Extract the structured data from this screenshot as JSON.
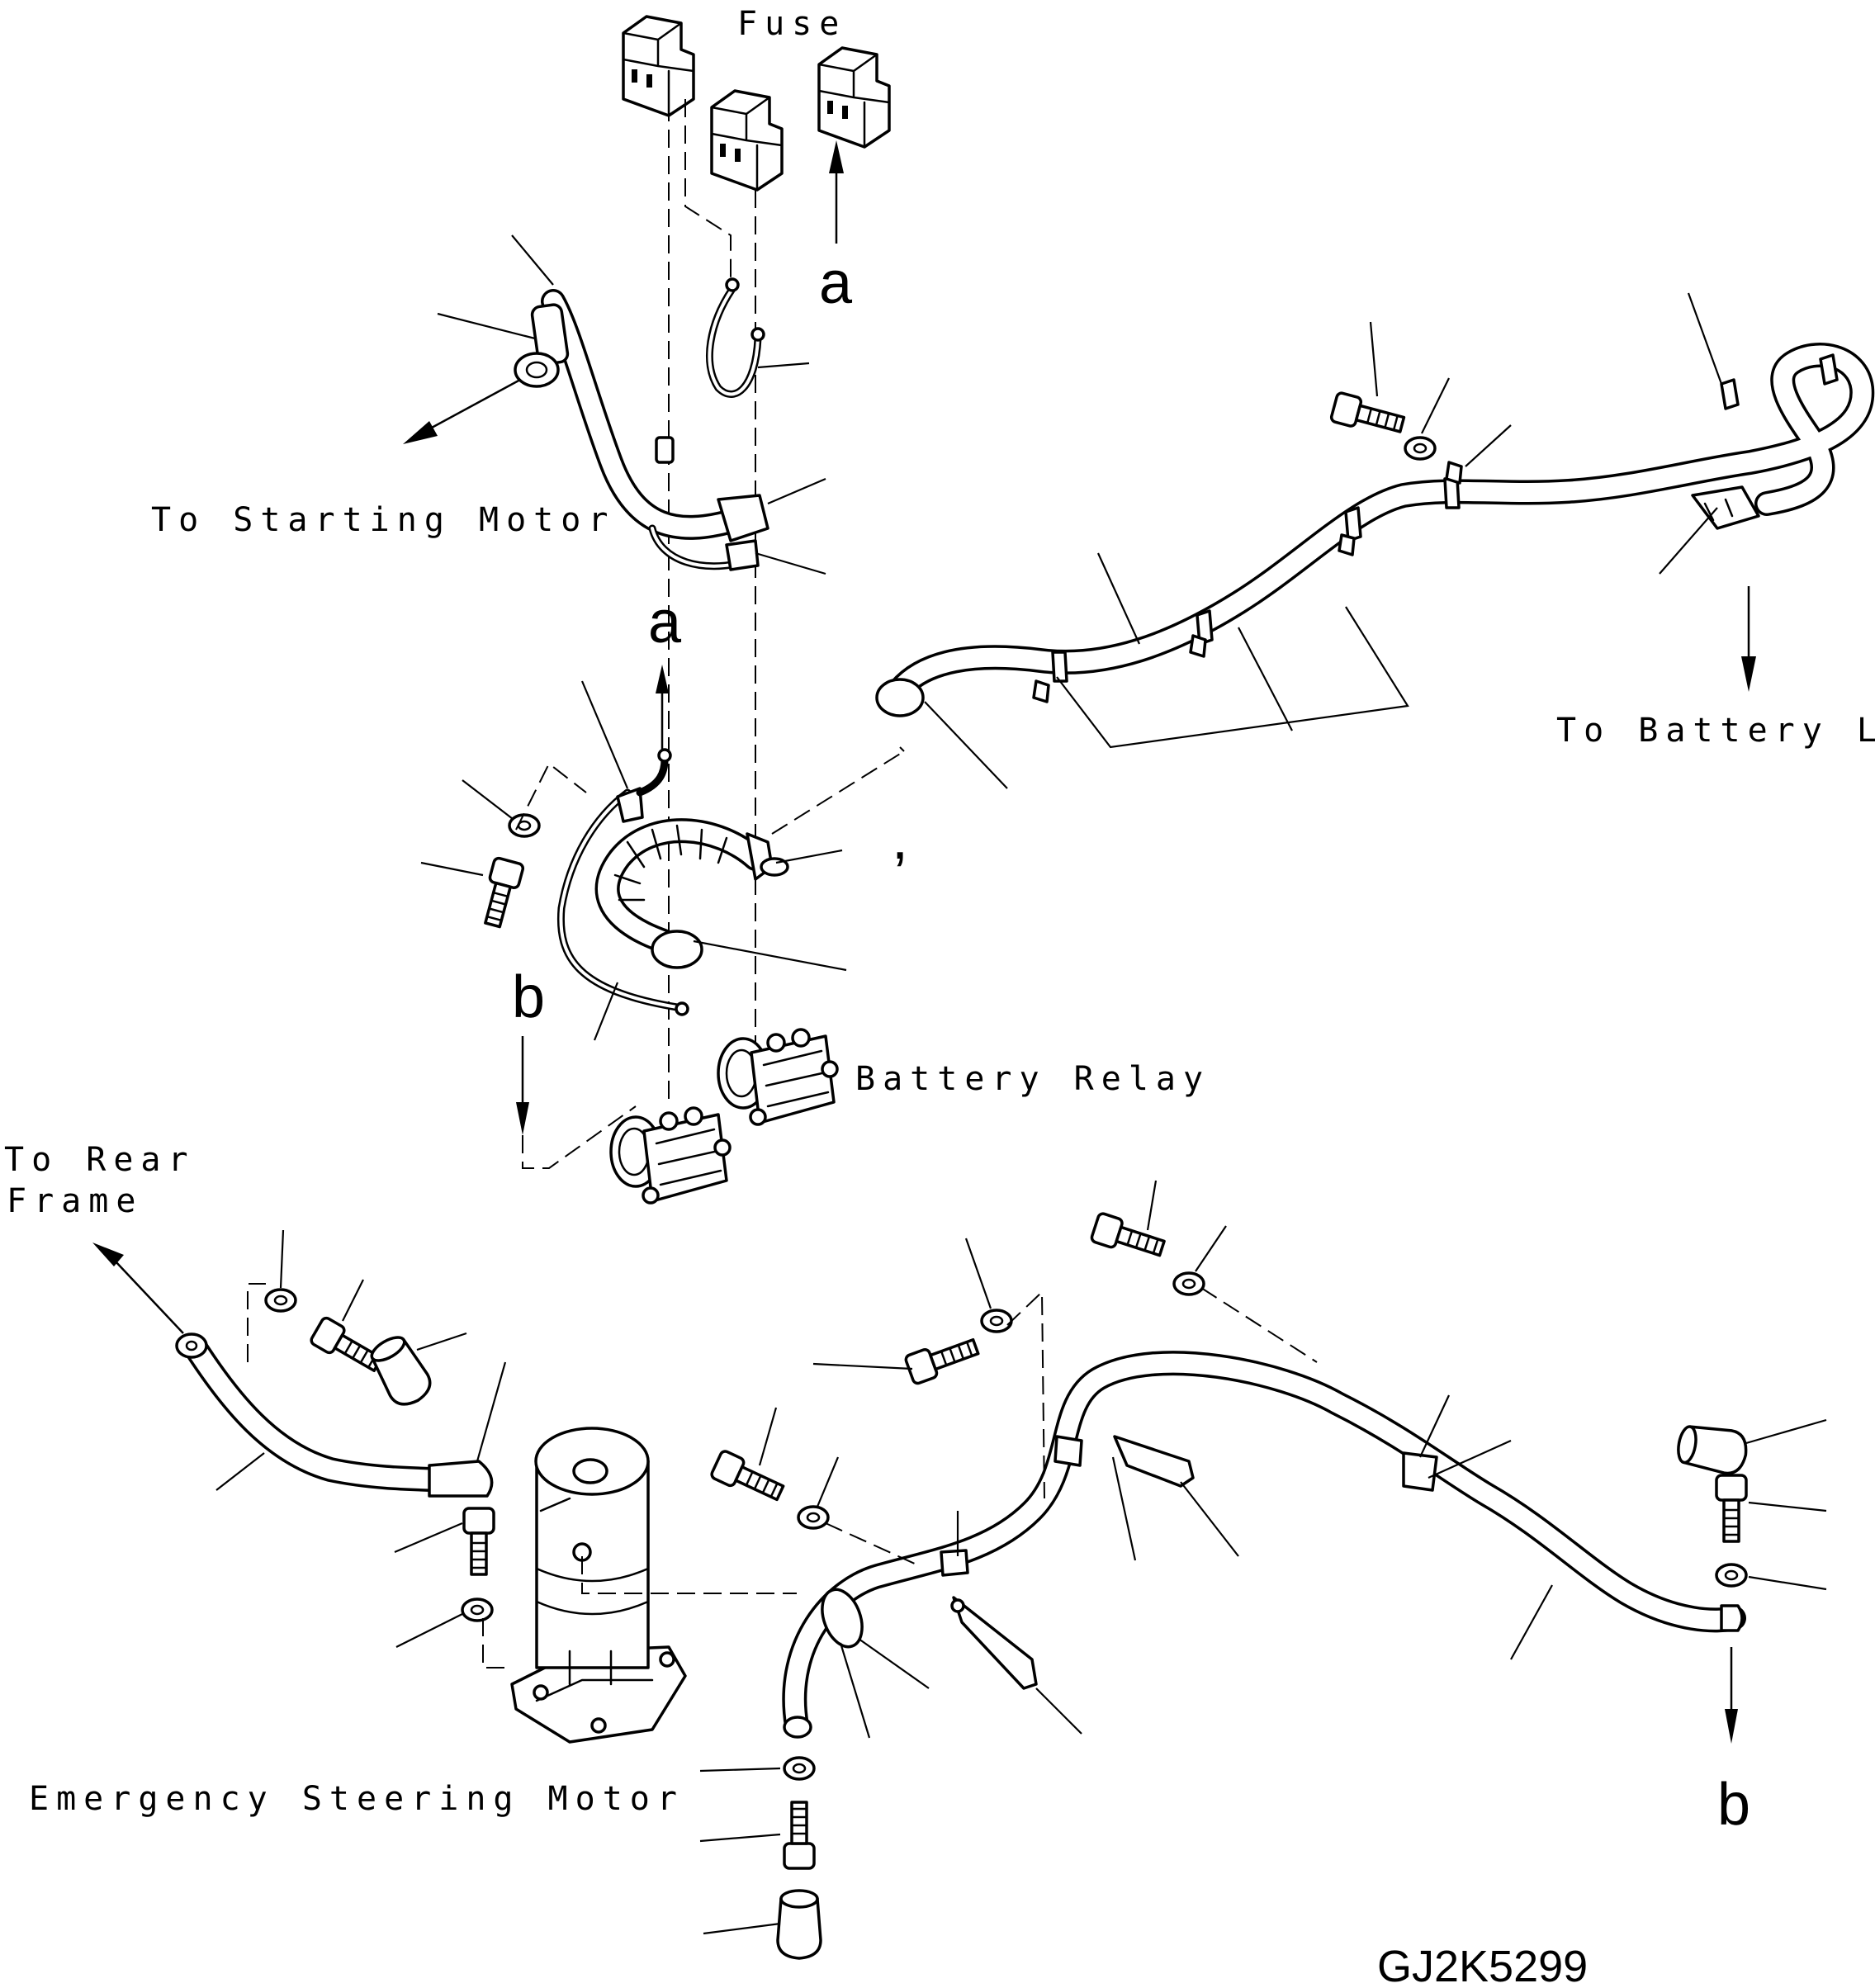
{
  "labels": {
    "fuse": "Fuse",
    "to_starting_motor": "To Starting Motor",
    "to_battery_lh": "To Battery L.H.",
    "battery_relay": "Battery Relay",
    "to_rear_frame_line1": "To Rear",
    "to_rear_frame_line2": "Frame",
    "emergency_steering_motor": "Emergency Steering Motor"
  },
  "references": {
    "a": "a",
    "b": "b",
    "tick": ","
  },
  "drawing_code": "GJ2K5299"
}
